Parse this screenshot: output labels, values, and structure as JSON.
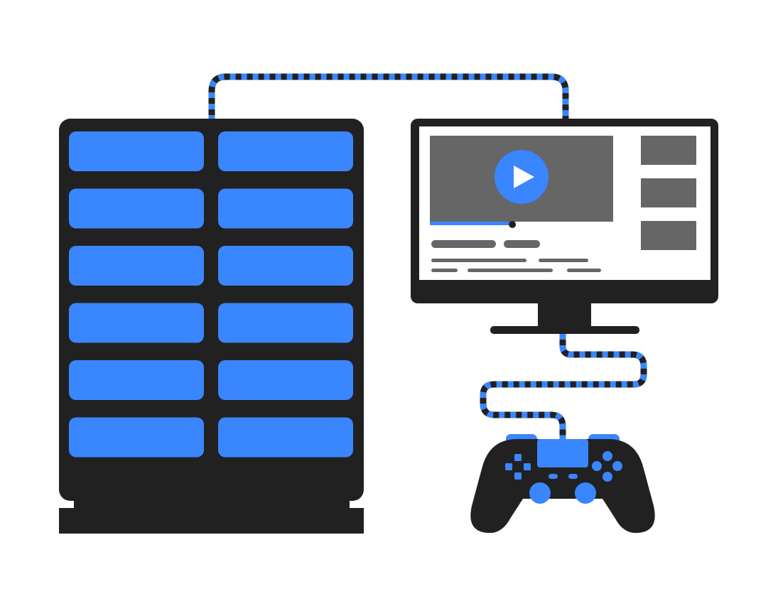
{
  "illustration": {
    "subject": "cloud-gaming",
    "icons": [
      "server-rack-icon",
      "monitor-icon",
      "play-icon",
      "gamepad-icon",
      "cable-icon"
    ]
  },
  "colors": {
    "background": "#ffffff",
    "dark": "#212121",
    "accent_blue": "#3a86ff",
    "screen_gray": "#666666",
    "screen_white": "#ffffff"
  },
  "server": {
    "columns": 2,
    "rows": 6
  },
  "monitor": {
    "video_progress": 0.45,
    "thumbnail_count": 3
  }
}
